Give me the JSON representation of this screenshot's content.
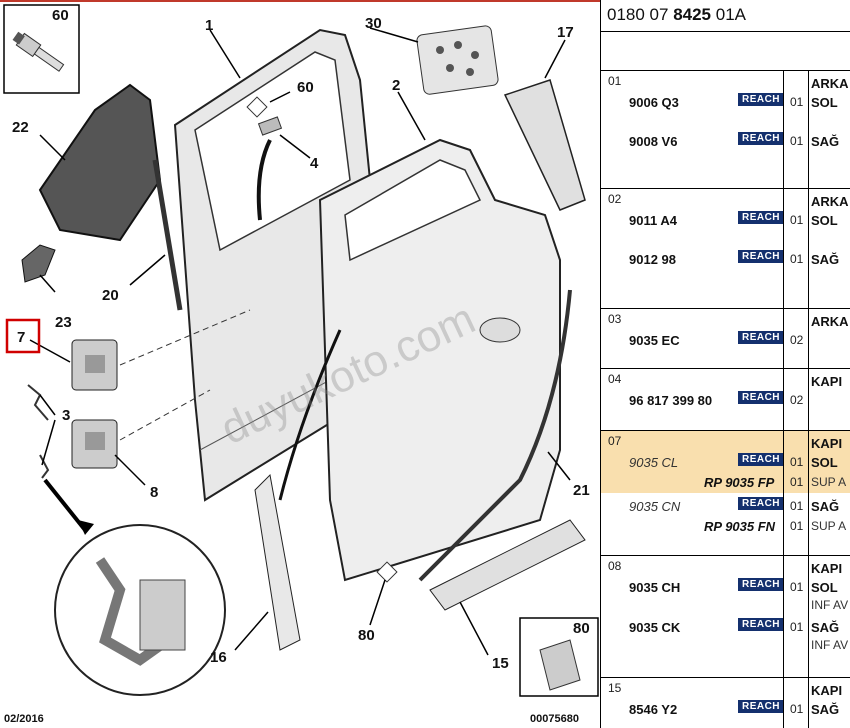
{
  "diagram": {
    "callouts": [
      "60",
      "1",
      "30",
      "17",
      "22",
      "60",
      "2",
      "4",
      "20",
      "23",
      "7",
      "3",
      "8",
      "21",
      "80",
      "16",
      "15",
      "80"
    ],
    "watermark": "duyukoto.com",
    "date_code": "02/2016",
    "image_code": "00075680"
  },
  "panel": {
    "reference": {
      "prefix": "0180 07",
      "bold": "8425",
      "suffix": "01A"
    },
    "reach_label": "REACH",
    "sections": [
      {
        "num": "01",
        "parts": [
          {
            "pn": "9006 Q3",
            "qty": "01",
            "desc": "SOL",
            "reach": true
          },
          {
            "pn": "9008 V6",
            "qty": "01",
            "desc": "SAĞ",
            "reach": true
          }
        ],
        "title": "ARKA"
      },
      {
        "num": "02",
        "parts": [
          {
            "pn": "9011 A4",
            "qty": "01",
            "desc": "SOL",
            "reach": true
          },
          {
            "pn": "9012 98",
            "qty": "01",
            "desc": "SAĞ",
            "reach": true
          }
        ],
        "title": "ARKA"
      },
      {
        "num": "03",
        "parts": [
          {
            "pn": "9035 EC",
            "qty": "02",
            "reach": true
          }
        ],
        "title": "ARKA"
      },
      {
        "num": "04",
        "parts": [
          {
            "pn": "96 817 399 80",
            "qty": "02",
            "reach": true
          }
        ],
        "title": "KAPI"
      },
      {
        "num": "07",
        "title": "KAPI",
        "parts": [
          {
            "pn": "9035 CL",
            "rp": "RP 9035 FP",
            "qty": "01",
            "qty2": "01",
            "desc": "SOL",
            "sub": "SUP A",
            "reach": true
          },
          {
            "pn": "9035 CN",
            "rp": "RP 9035 FN",
            "qty": "01",
            "qty2": "01",
            "desc": "SAĞ",
            "sub": "SUP A",
            "reach": true
          }
        ]
      },
      {
        "num": "08",
        "title": "KAPI",
        "parts": [
          {
            "pn": "9035 CH",
            "qty": "01",
            "desc": "SOL",
            "sub": "INF AV",
            "reach": true
          },
          {
            "pn": "9035 CK",
            "qty": "01",
            "desc": "SAĞ",
            "sub": "INF AV",
            "reach": true
          }
        ]
      },
      {
        "num": "15",
        "title": "KAPI",
        "parts": [
          {
            "pn": "8546 Y2",
            "qty": "01",
            "desc": "SAĞ",
            "reach": true
          }
        ]
      }
    ]
  }
}
